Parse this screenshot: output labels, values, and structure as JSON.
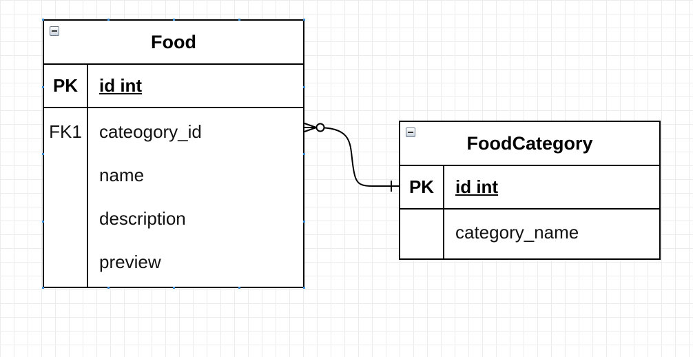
{
  "entities": {
    "food": {
      "title": "Food",
      "pk": {
        "key": "PK",
        "field": "id int"
      },
      "attributes": [
        {
          "key": "FK1",
          "field": "cateogory_id"
        },
        {
          "key": "",
          "field": "name"
        },
        {
          "key": "",
          "field": "description"
        },
        {
          "key": "",
          "field": "preview"
        }
      ]
    },
    "food_category": {
      "title": "FoodCategory",
      "pk": {
        "key": "PK",
        "field": "id int"
      },
      "attributes": [
        {
          "key": "",
          "field": "category_name"
        }
      ]
    }
  },
  "relationship": {
    "from": "Food.cateogory_id",
    "to": "FoodCategory.id",
    "from_notation": "zero-or-many",
    "to_notation": "exactly-one"
  },
  "colors": {
    "line": "#000000",
    "grid": "#ececec",
    "selection_handle": "#3a8fd8"
  }
}
